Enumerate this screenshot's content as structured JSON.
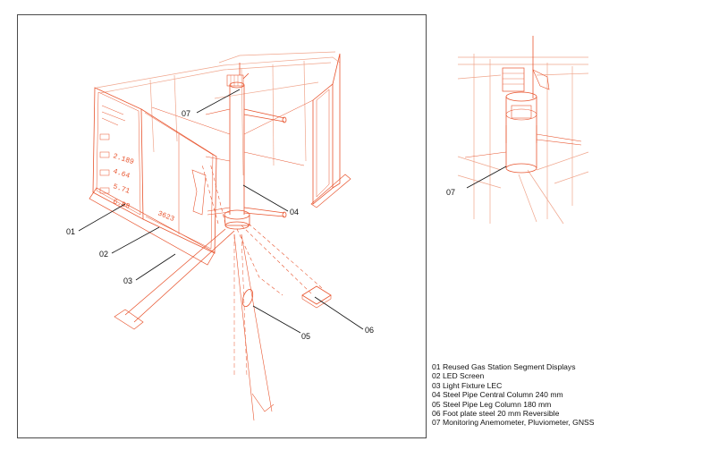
{
  "callouts": {
    "c01": "01",
    "c02": "02",
    "c03": "03",
    "c04": "04",
    "c05": "05",
    "c06": "06",
    "c07": "07",
    "c07_detail": "07"
  },
  "sign_text": {
    "price_1": "2.189",
    "price_2": "4.64",
    "price_3": "5.71",
    "price_4": "6.88",
    "screen_code": "3623"
  },
  "legend": [
    "01 Reused Gas Station Segment Displays",
    "02 LED Screen",
    "03 Light Fixture  LEC",
    "04 Steel Pipe Central Column 240 mm",
    "05 Steel Pipe Leg Column 180 mm",
    "06 Foot plate steel 20 mm Reversible",
    "07 Monitoring Anemometer, Pluviometer, GNSS"
  ],
  "colors": {
    "drawing": "#e8552f",
    "drawing_light": "#f0a68d",
    "frame": "#4a4a4a",
    "text": "#111111"
  }
}
